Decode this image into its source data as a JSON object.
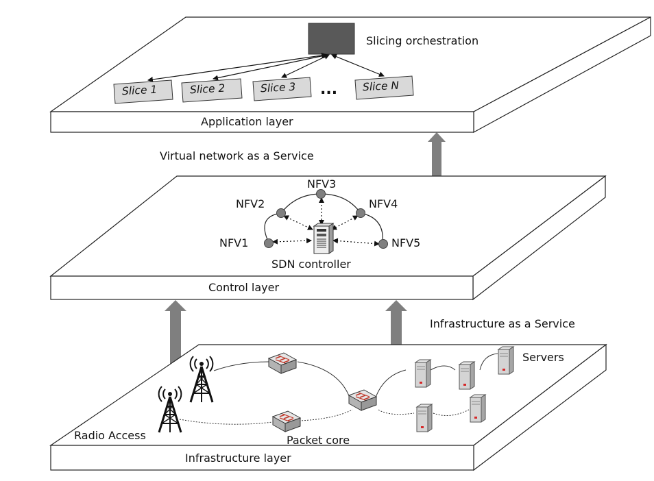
{
  "layers": {
    "application": "Application layer",
    "control": "Control layer",
    "infrastructure": "Infrastructure layer"
  },
  "services": {
    "vnaas": "Virtual network as a Service",
    "iaas": "Infrastructure as a Service"
  },
  "application": {
    "orchestrator": "Slicing orchestration",
    "slices": [
      "Slice 1",
      "Slice 2",
      "Slice 3",
      "Slice N"
    ],
    "ellipsis": "..."
  },
  "control": {
    "nfv": [
      "NFV1",
      "NFV2",
      "NFV3",
      "NFV4",
      "NFV5"
    ],
    "controller": "SDN controller"
  },
  "infrastructure": {
    "radio": "Radio Access",
    "core": "Packet core",
    "servers": "Servers"
  },
  "colors": {
    "arrow_fill": "#7f7f7f",
    "orchestrator_fill": "#595959",
    "slice_fill": "#d9d9d9",
    "node_fill": "#808080",
    "router_accent": "#c0392b"
  }
}
